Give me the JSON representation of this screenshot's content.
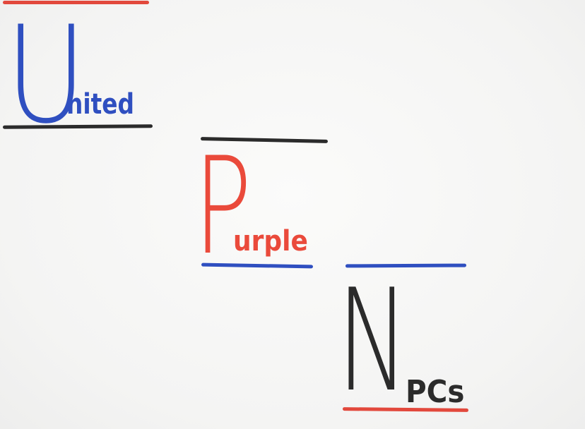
{
  "words": [
    {
      "initial": "U",
      "rest": "nited",
      "letter_color": "#2f4fc0",
      "top_line_color": "#e2483c",
      "bottom_line_color": "#2b2b2b"
    },
    {
      "initial": "P",
      "rest": "urple",
      "letter_color": "#ea4a3b",
      "top_line_color": "#2b2b2b",
      "bottom_line_color": "#2f4fc0"
    },
    {
      "initial": "N",
      "rest": "PCs",
      "letter_color": "#2b2b2b",
      "top_line_color": "#2f4fc0",
      "bottom_line_color": "#e2483c"
    }
  ]
}
